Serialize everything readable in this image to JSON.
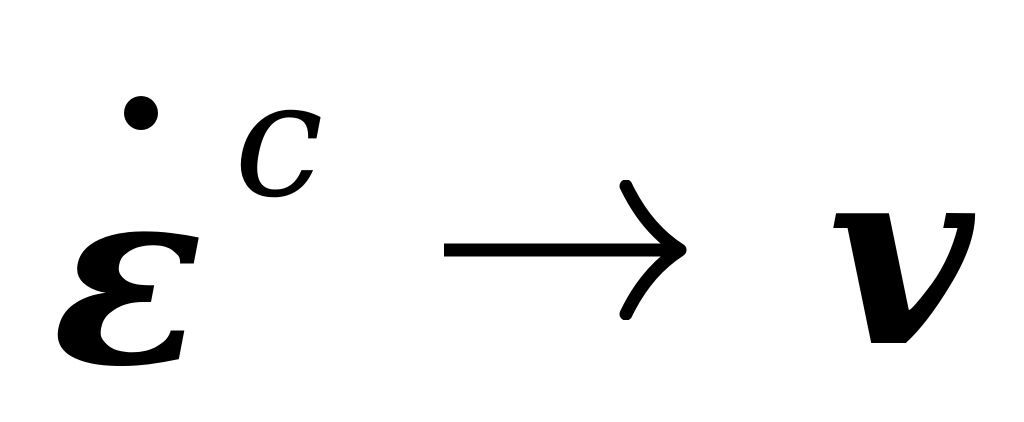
{
  "formula": {
    "base_symbol": "ε",
    "superscript": "c",
    "operator_icon": "right-arrow-icon",
    "target_symbol": "v"
  }
}
